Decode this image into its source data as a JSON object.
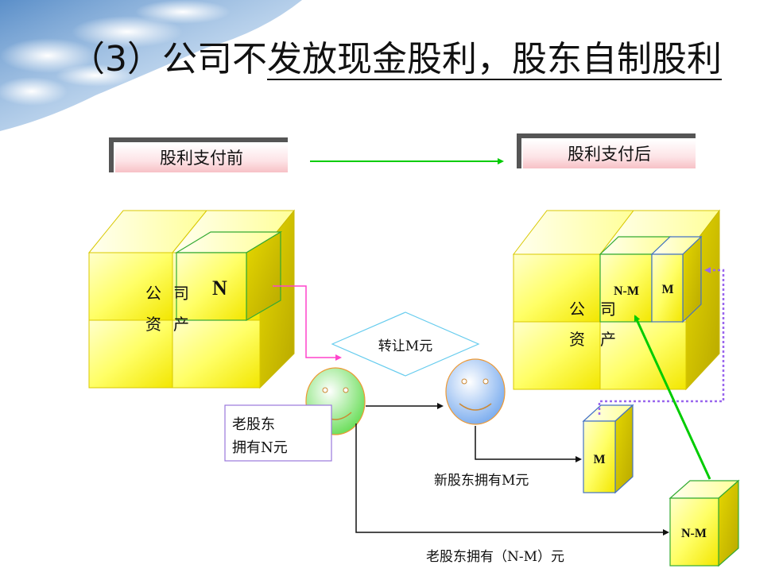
{
  "title": {
    "prefix": "（3）公司不",
    "underlined": "发放现金股利，股东自制股利"
  },
  "headers": {
    "before": "股利支付前",
    "after": "股利支付后"
  },
  "left_block": {
    "company_chars": [
      "公",
      "司",
      "资",
      "产"
    ],
    "share_label": "N"
  },
  "right_block": {
    "company_chars": [
      "公",
      "司",
      "资",
      "产"
    ],
    "share_nm": "N-M",
    "share_m": "M"
  },
  "transfer": {
    "label": "转让M元"
  },
  "old_holder": {
    "line1": "老股东",
    "line2": "拥有N元"
  },
  "new_holder": {
    "label": "新股东拥有M元",
    "cube_label": "M"
  },
  "old_remaining": {
    "label": "老股东拥有（N-M）元",
    "cube_label": "N-M"
  },
  "colors": {
    "cube_yellow": "#ffff66",
    "cube_green_border": "#33aa33",
    "cube_blue_border": "#4472c4",
    "arrow_green": "#00cc00",
    "arrow_pink": "#ff44cc",
    "dotted_purple": "#9966ee"
  }
}
